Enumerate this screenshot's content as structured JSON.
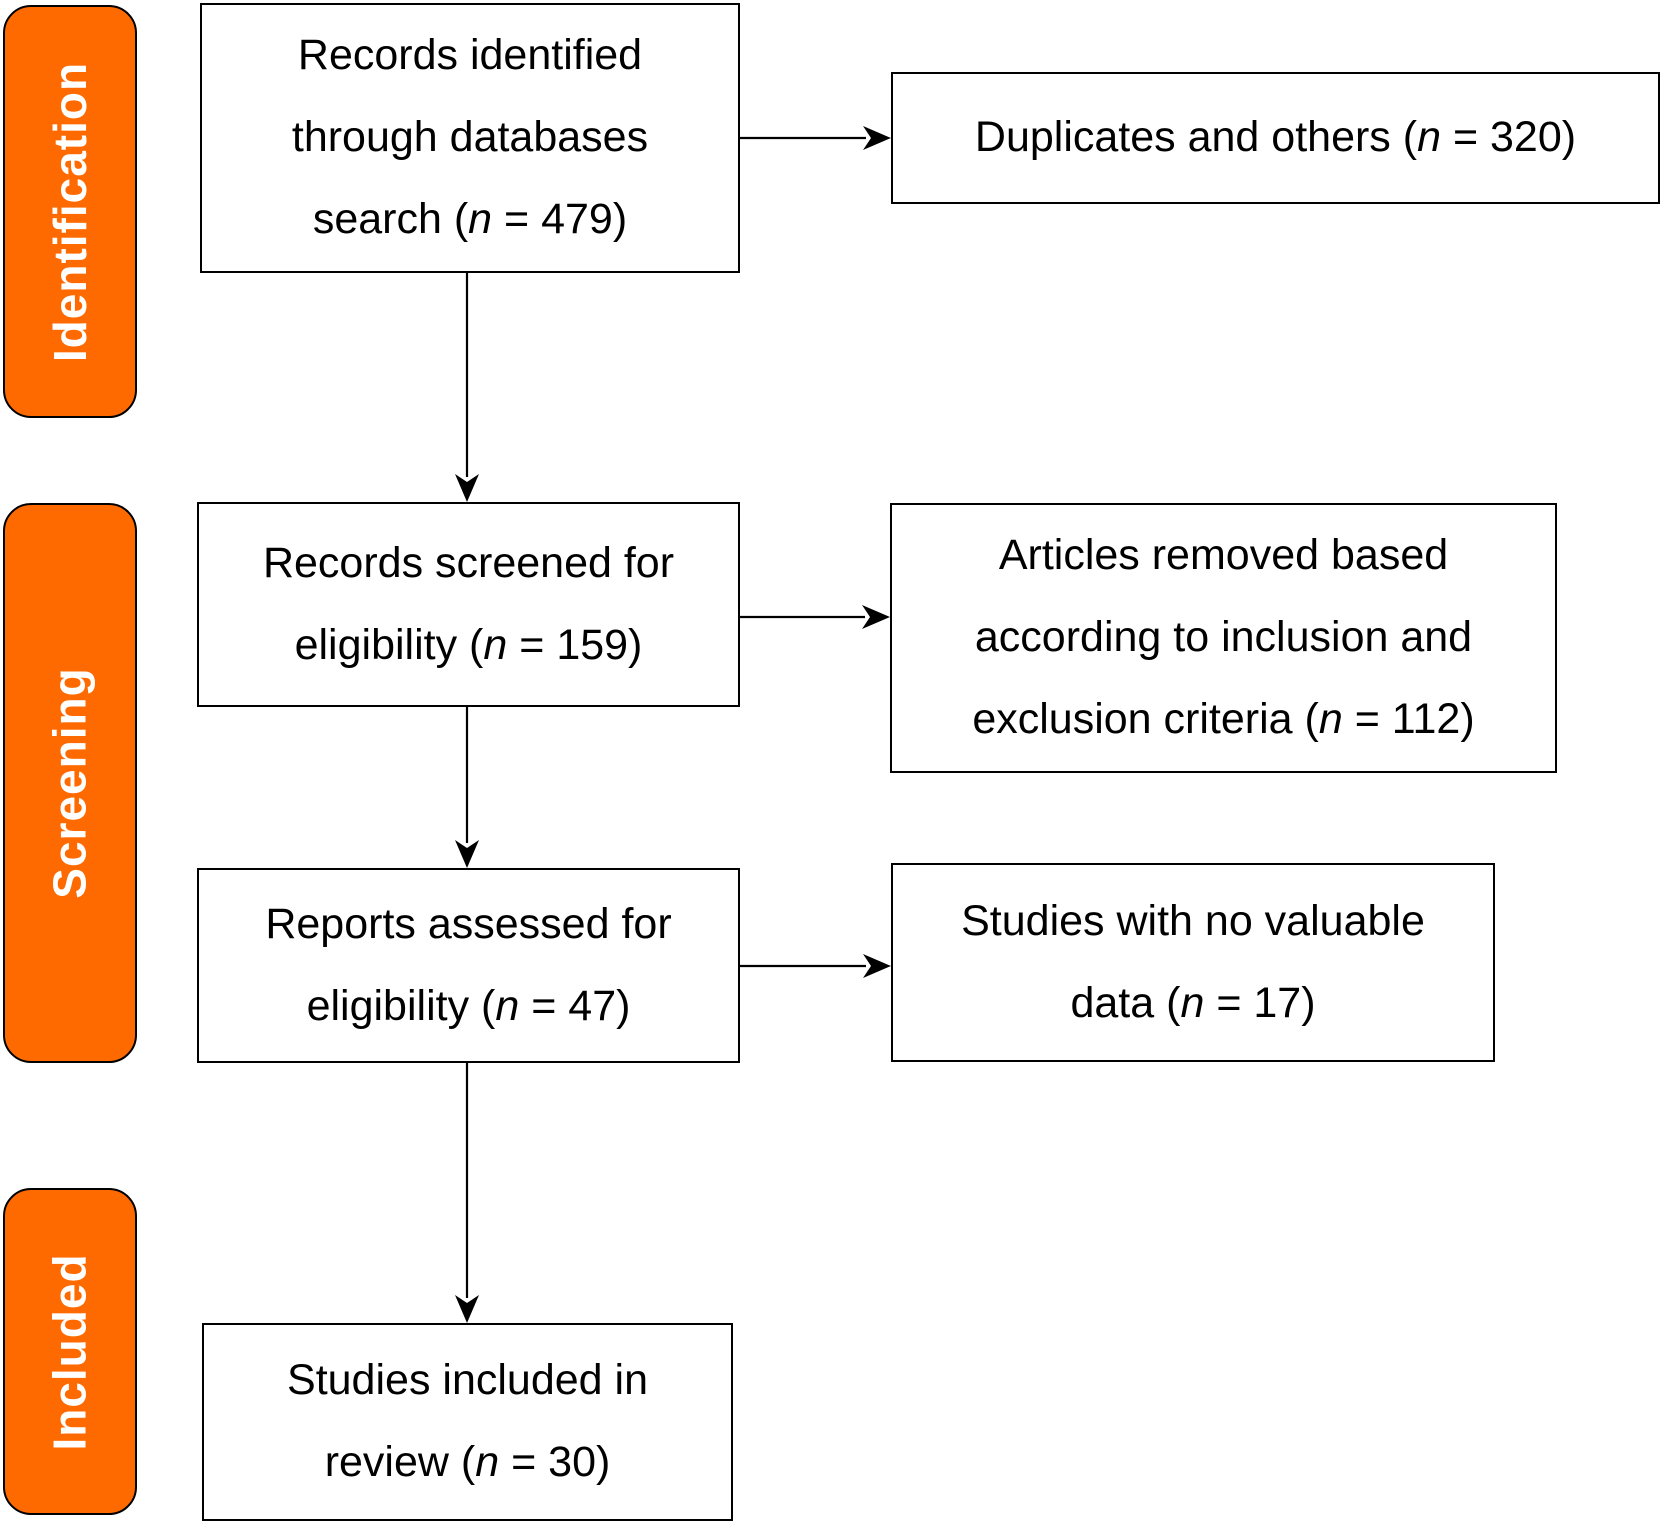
{
  "diagram": {
    "type": "prisma-flow-diagram",
    "stages": [
      {
        "label": "Identification"
      },
      {
        "label": "Screening"
      },
      {
        "label": "Included"
      }
    ],
    "boxes": [
      {
        "id": "records-identified",
        "text": "Records identified through databases search",
        "stat_open": " (",
        "n": "n",
        "stat_close": " = 479)",
        "count": "479"
      },
      {
        "id": "duplicates",
        "text": "Duplicates and others",
        "stat_open": " (",
        "n": "n",
        "stat_close": " = 320)",
        "count": "320"
      },
      {
        "id": "records-screened",
        "text": "Records screened for eligibility",
        "stat_open": " (",
        "n": "n",
        "stat_close": " = 159)",
        "count": "159"
      },
      {
        "id": "articles-removed",
        "text": "Articles removed based according to inclusion and exclusion criteria",
        "stat_open": " (",
        "n": "n",
        "stat_close": " = 112)",
        "count": "112"
      },
      {
        "id": "reports-assessed",
        "text": "Reports assessed for eligibility",
        "stat_open": " (",
        "n": "n",
        "stat_close": " = 47)",
        "count": "47"
      },
      {
        "id": "no-valuable-data",
        "text": "Studies with no valuable data",
        "stat_open": " (",
        "n": "n",
        "stat_close": " = 17)",
        "count": "17"
      },
      {
        "id": "studies-included",
        "text": "Studies included in review",
        "stat_open": " (",
        "n": "n",
        "stat_close": " = 30)",
        "count": "30"
      }
    ],
    "connectors": [
      {
        "from": "records-identified",
        "to": "duplicates",
        "direction": "right"
      },
      {
        "from": "records-identified",
        "to": "records-screened",
        "direction": "down"
      },
      {
        "from": "records-screened",
        "to": "articles-removed",
        "direction": "right"
      },
      {
        "from": "records-screened",
        "to": "reports-assessed",
        "direction": "down"
      },
      {
        "from": "reports-assessed",
        "to": "no-valuable-data",
        "direction": "right"
      },
      {
        "from": "reports-assessed",
        "to": "studies-included",
        "direction": "down"
      }
    ],
    "colors": {
      "stage_fill": "#FF6A00",
      "stage_text": "#FFFFFF",
      "box_fill": "#FFFFFF",
      "box_border": "#000000",
      "connector": "#000000"
    }
  }
}
